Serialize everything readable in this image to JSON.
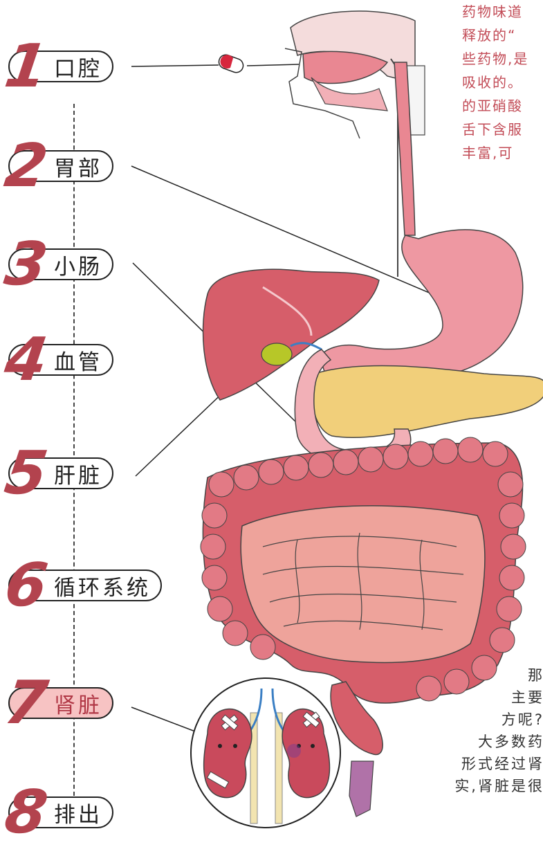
{
  "labels": [
    {
      "number": "1",
      "text": "口腔"
    },
    {
      "number": "2",
      "text": "胃部"
    },
    {
      "number": "3",
      "text": "小肠"
    },
    {
      "number": "4",
      "text": "血管"
    },
    {
      "number": "5",
      "text": "肝脏"
    },
    {
      "number": "6",
      "text": "循环系统"
    },
    {
      "number": "7",
      "text": "肾脏"
    },
    {
      "number": "8",
      "text": "排出"
    }
  ],
  "top_paragraph": [
    "药物味道",
    "释放的“",
    "些药物,是",
    "吸收的。",
    "的亚硝酸",
    "舌下含服",
    "丰富,可"
  ],
  "bottom_paragraph": [
    "那",
    "主要",
    "方呢?",
    "大多数药",
    "形式经过肾",
    "实,肾脏是很"
  ],
  "colors": {
    "accent": "#b3434e",
    "highlight": "#f7c3c3",
    "organ_pink": "#e9838f",
    "intestine": "#d65e6a"
  }
}
